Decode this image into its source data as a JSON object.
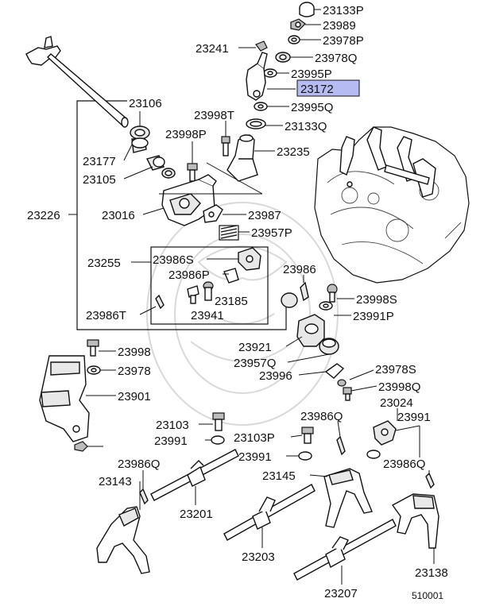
{
  "diagram": {
    "highlight_color": "#b6bcf2",
    "labels": [
      "23133P",
      "23989",
      "23978P",
      "23241",
      "23978Q",
      "23995P",
      "23172",
      "23106",
      "23995Q",
      "23998T",
      "23133Q",
      "23998P",
      "23235",
      "23177",
      "23105",
      "23226",
      "23016",
      "23987",
      "23957P",
      "23255",
      "23986S",
      "23986P",
      "23986",
      "23185",
      "23998S",
      "23986T",
      "23941",
      "23991P",
      "23921",
      "23957Q",
      "23998",
      "23996",
      "23978S",
      "23978",
      "23998Q",
      "23901",
      "23024",
      "23103",
      "23986Q",
      "23991",
      "23991",
      "23103P",
      "23991",
      "23986Q",
      "23143",
      "23145",
      "23201",
      "23203",
      "23138",
      "23207"
    ],
    "highlighted_label": "23172",
    "diagram_code": "510001"
  }
}
